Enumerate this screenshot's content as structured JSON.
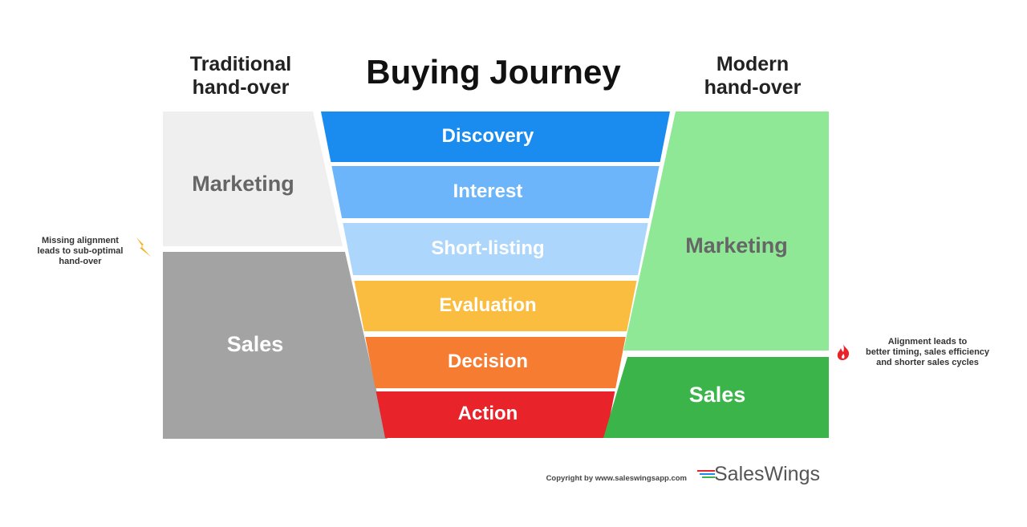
{
  "title": "Buying Journey",
  "traditional": {
    "heading_line1": "Traditional",
    "heading_line2": "hand-over",
    "marketing": "Marketing",
    "sales": "Sales",
    "note": [
      "Missing alignment",
      "leads to sub-optimal",
      "hand-over"
    ],
    "note_icon": "lightning-icon"
  },
  "modern": {
    "heading_line1": "Modern",
    "heading_line2": "hand-over",
    "marketing": "Marketing",
    "sales": "Sales",
    "note": [
      "Alignment leads to",
      "better timing, sales efficiency",
      "and shorter sales cycles"
    ],
    "note_icon": "fire-icon"
  },
  "stages": [
    {
      "label": "Discovery",
      "color": "#1a8cf0"
    },
    {
      "label": "Interest",
      "color": "#6cb5fa"
    },
    {
      "label": "Short-listing",
      "color": "#acd6fb"
    },
    {
      "label": "Evaluation",
      "color": "#fbbd3f"
    },
    {
      "label": "Decision",
      "color": "#f57c30"
    },
    {
      "label": "Action",
      "color": "#e8232a"
    }
  ],
  "footer": {
    "copyright": "Copyright by www.saleswingsapp.com",
    "logo": "SalesWings"
  }
}
